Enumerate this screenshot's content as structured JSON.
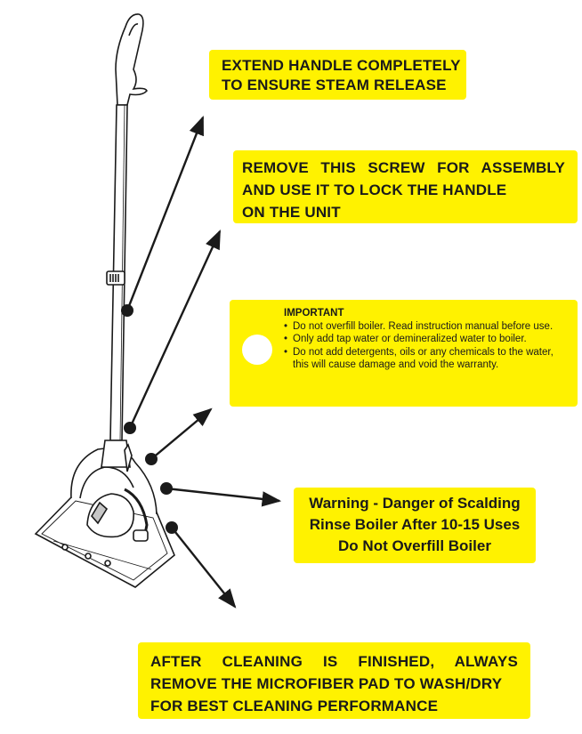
{
  "labels": {
    "handle": {
      "line1": "EXTEND HANDLE COMPLETELY",
      "line2": "TO ENSURE STEAM RELEASE"
    },
    "screw": {
      "line1": "REMOVE THIS SCREW FOR ASSEMBLY",
      "line2": "AND USE IT TO LOCK THE HANDLE",
      "line3": "ON THE UNIT"
    },
    "important": {
      "title": "IMPORTANT",
      "items": [
        "Do not overfill boiler. Read instruction manual before use.",
        "Only add tap water or demineralized water to boiler.",
        "Do not add detergents, oils or any chemicals to the water, this will cause damage and void the warranty."
      ]
    },
    "warning": {
      "line1": "Warning - Danger of Scalding",
      "line2": "Rinse Boiler After 10-15 Uses",
      "line3": "Do Not Overfill Boiler"
    },
    "pad": {
      "line1": "AFTER CLEANING IS FINISHED, ALWAYS",
      "line2": "REMOVE THE MICROFIBER PAD TO WASH/DRY",
      "line3": "FOR BEST CLEANING PERFORMANCE"
    }
  },
  "colors": {
    "label_bg": "#fff200",
    "text": "#1a1a1a",
    "line": "#1a1a1a"
  }
}
